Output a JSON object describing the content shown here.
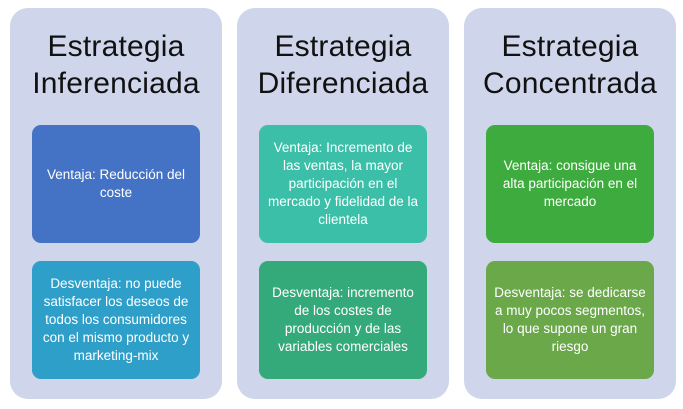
{
  "colors": {
    "column_bg": "#cfd5ea",
    "box_1_top": "#4472c4",
    "box_1_bottom": "#2e9fc9",
    "box_2_top": "#3cbfa8",
    "box_2_bottom": "#34aa7a",
    "box_3_top": "#3dab3d",
    "box_3_bottom": "#6aa84a",
    "box_text": "#ffffff"
  },
  "columns": [
    {
      "title_line1": "Estrategia",
      "title_line2": "Inferenciada",
      "ventaja": "Ventaja: Reducción del coste",
      "desventaja": "Desventaja: no puede satisfacer los deseos de todos los consumidores con el mismo producto y marketing-mix"
    },
    {
      "title_line1": "Estrategia",
      "title_line2": "Diferenciada",
      "ventaja": "Ventaja: Incremento de las ventas, la mayor participación en el mercado y fidelidad de la clientela",
      "desventaja": "Desventaja: incremento de los costes de producción y de las variables comerciales"
    },
    {
      "title_line1": "Estrategia",
      "title_line2": "Concentrada",
      "ventaja": "Ventaja: consigue una alta participación en el mercado",
      "desventaja": "Desventaja: se dedicarse a muy pocos segmentos, lo que supone un gran riesgo"
    }
  ]
}
